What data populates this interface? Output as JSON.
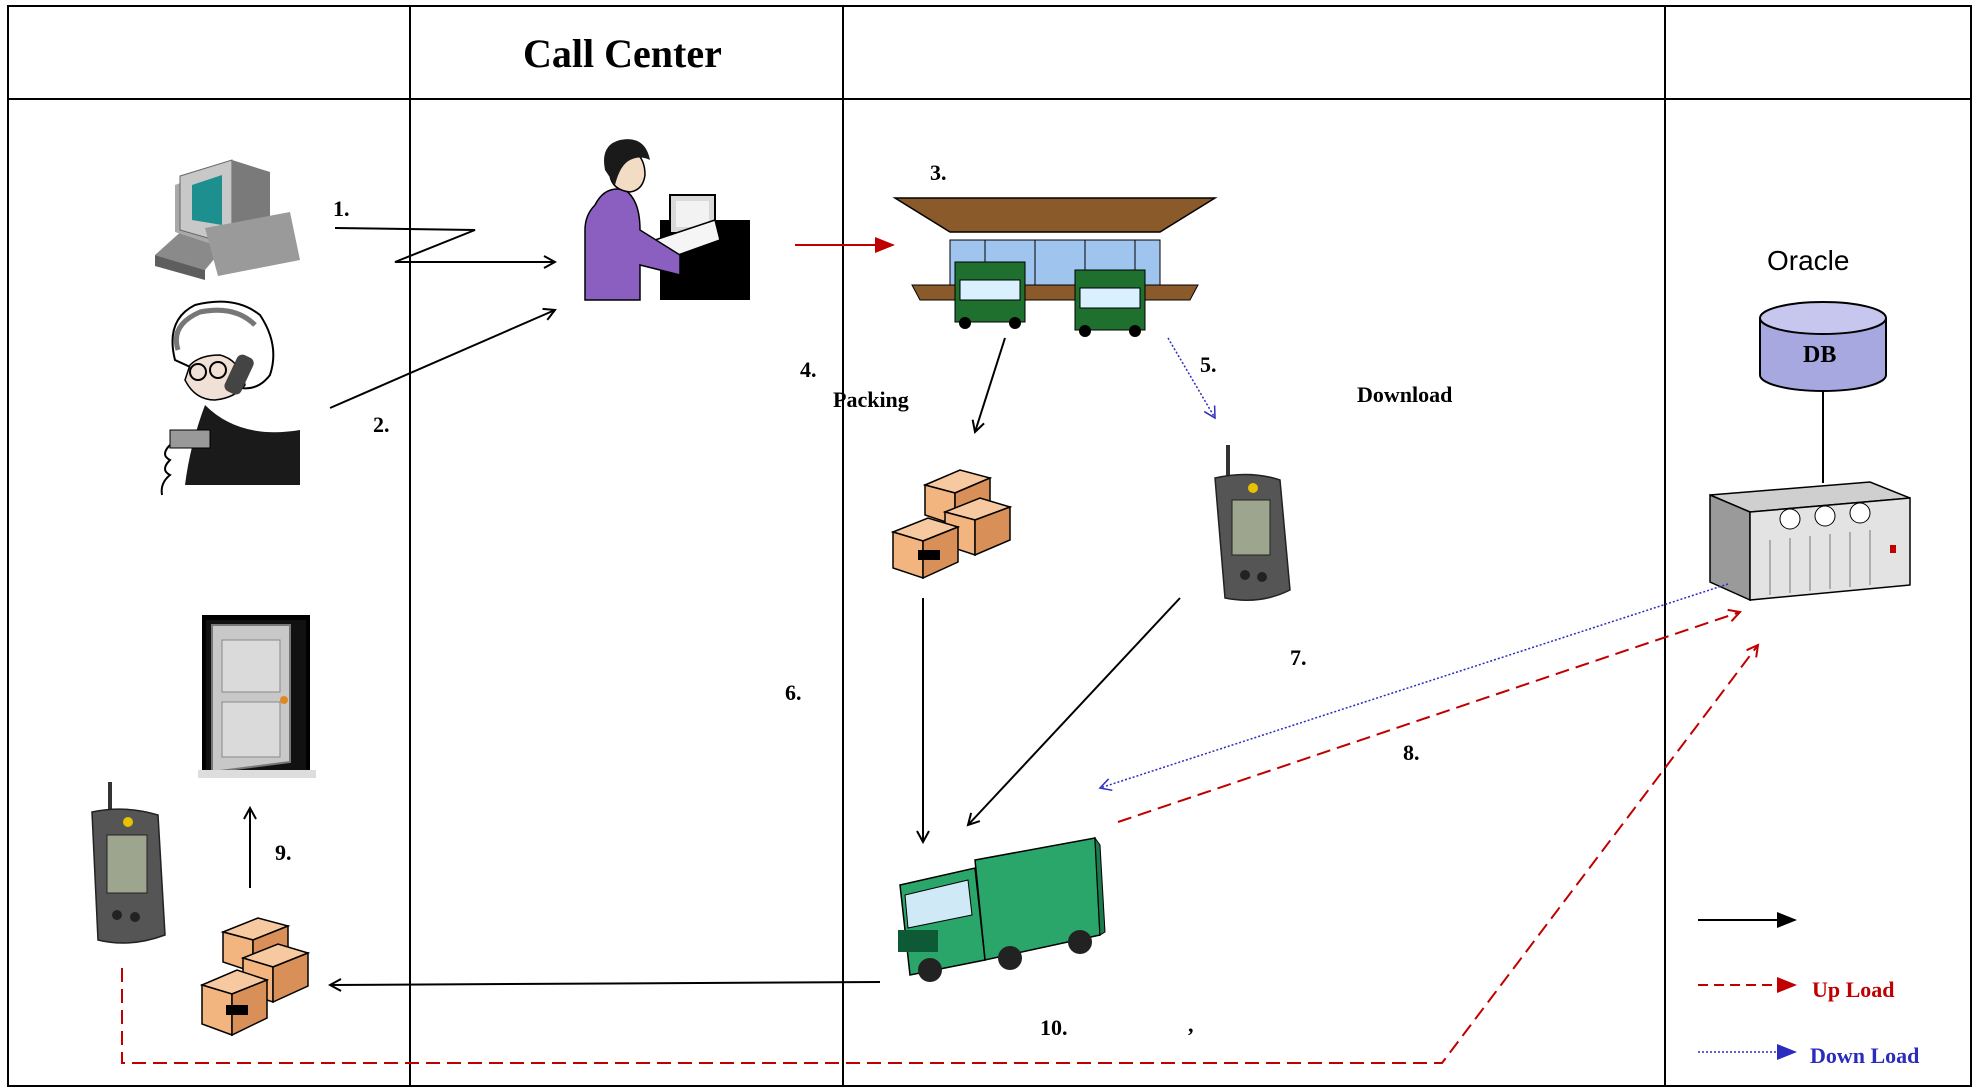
{
  "header": {
    "title": "Call Center"
  },
  "steps": {
    "s1": "1.",
    "s2": "2.",
    "s3": "3.",
    "s4": "4.",
    "s5": "5.",
    "s6": "6.",
    "s7": "7.",
    "s8": "8.",
    "s9": "9.",
    "s10": "10."
  },
  "labels": {
    "packing": "Packing",
    "download": "Download",
    "oracle": "Oracle",
    "db": "DB",
    "comma": ","
  },
  "legend": {
    "upload": "Up Load",
    "download": "Down Load",
    "colors": {
      "normal": "#000000",
      "upload": "#c00000",
      "download": "#2b2bc0"
    }
  },
  "icons": [
    "computer-icon",
    "phone-customer-icon",
    "operator-icon",
    "warehouse-icon",
    "boxes-icon",
    "handheld-icon",
    "server-icon",
    "database-icon",
    "truck-icon",
    "door-icon"
  ]
}
